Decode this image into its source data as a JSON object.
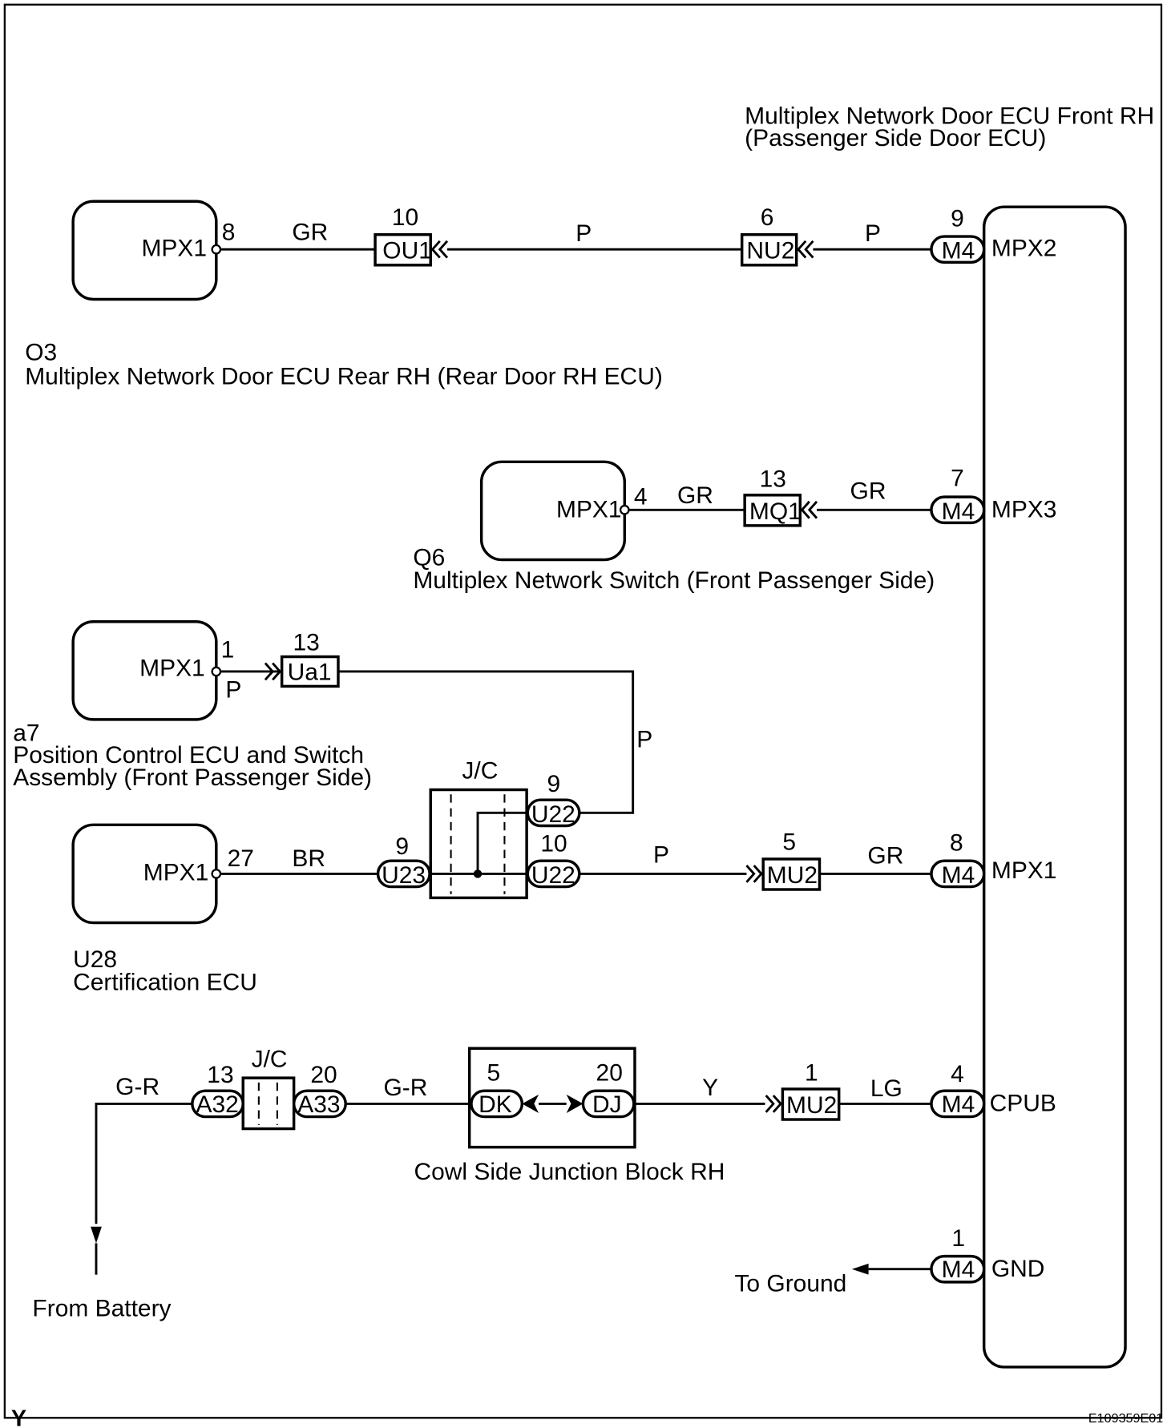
{
  "ecu_main": {
    "title_line1": "Multiplex Network Door ECU Front RH",
    "title_line2": "(Passenger Side Door ECU)",
    "pins": {
      "mpx2": "MPX2",
      "mpx3": "MPX3",
      "mpx1": "MPX1",
      "cpub": "CPUB",
      "gnd": "GND"
    }
  },
  "o3": {
    "code": "O3",
    "name": "Multiplex Network Door ECU Rear RH (Rear Door RH ECU)",
    "terminal": "MPX1",
    "pin": "8"
  },
  "q6": {
    "code": "Q6",
    "name": "Multiplex Network Switch (Front Passenger Side)",
    "terminal": "MPX1",
    "pin": "4"
  },
  "a7": {
    "code": "a7",
    "name_line1": "Position Control ECU and Switch",
    "name_line2": "Assembly (Front Passenger Side)",
    "terminal": "MPX1",
    "pin": "1"
  },
  "u28": {
    "code": "U28",
    "name": "Certification ECU",
    "terminal": "MPX1",
    "pin": "27"
  },
  "wires": {
    "gr": "GR",
    "p": "P",
    "br": "BR",
    "gr2": "G-R",
    "y": "Y",
    "lg": "LG"
  },
  "connectors": {
    "ou1": {
      "id": "OU1",
      "pin": "10"
    },
    "nu2": {
      "id": "NU2",
      "pin": "6"
    },
    "m4_9": {
      "id": "M4",
      "pin": "9"
    },
    "mq1": {
      "id": "MQ1",
      "pin": "13"
    },
    "m4_7": {
      "id": "M4",
      "pin": "7"
    },
    "ua1": {
      "id": "Ua1",
      "pin": "13"
    },
    "u22a": {
      "id": "U22",
      "pin": "9"
    },
    "u22b": {
      "id": "U22",
      "pin": "10"
    },
    "u23": {
      "id": "U23",
      "pin": "9"
    },
    "mu2a": {
      "id": "MU2",
      "pin": "5"
    },
    "m4_8": {
      "id": "M4",
      "pin": "8"
    },
    "a32": {
      "id": "A32",
      "pin": "13"
    },
    "a33": {
      "id": "A33",
      "pin": "20"
    },
    "dk": {
      "id": "DK",
      "pin": "5"
    },
    "dj": {
      "id": "DJ",
      "pin": "20"
    },
    "mu2b": {
      "id": "MU2",
      "pin": "1"
    },
    "m4_4": {
      "id": "M4",
      "pin": "4"
    },
    "m4_1": {
      "id": "M4",
      "pin": "1"
    }
  },
  "jc": {
    "label": "J/C"
  },
  "cowl": {
    "label": "Cowl Side Junction Block RH"
  },
  "notes": {
    "from_battery": "From Battery",
    "to_ground": "To Ground"
  },
  "footer": {
    "left": "Y",
    "right": "E109359E01"
  }
}
